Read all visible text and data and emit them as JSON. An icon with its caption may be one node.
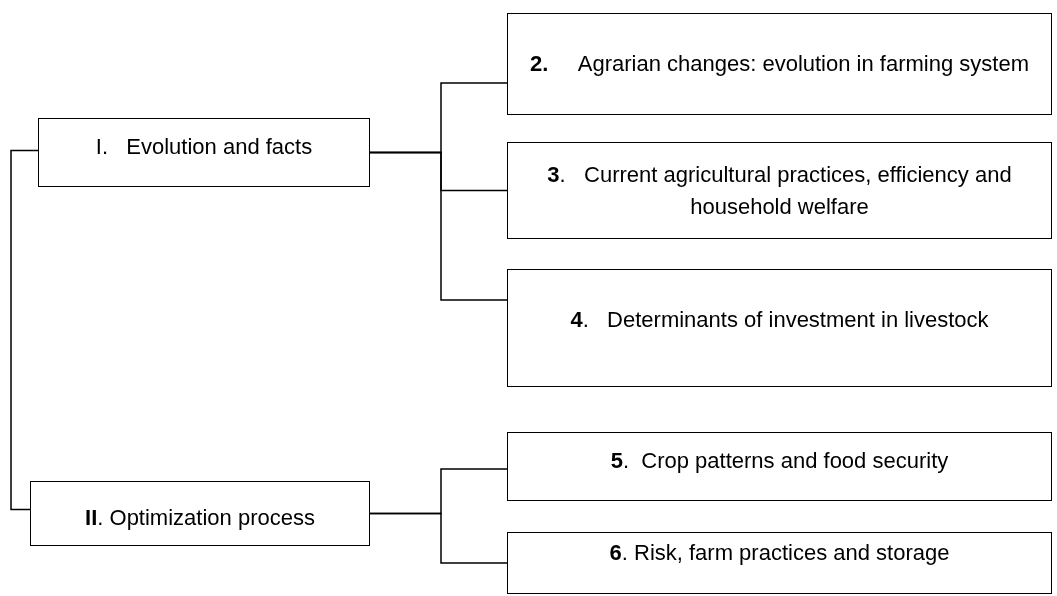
{
  "diagram": {
    "nodes": [
      {
        "text": [
          "I.   Evolution and facts"
        ]
      },
      {
        "text": [
          "**II**. Optimization process"
        ]
      },
      {
        "text": [
          "**2.**     Agrarian changes: evolution in farming system"
        ]
      },
      {
        "text": [
          "**3**.   Current agricultural practices, efficiency and household welfare"
        ]
      },
      {
        "text": [
          "**4**.   Determinants of investment in livestock"
        ]
      },
      {
        "text": [
          "**5**.  Crop patterns and food security"
        ]
      },
      {
        "text": [
          "**6**. Risk, farm practices and storage"
        ]
      }
    ],
    "edges": [
      {
        "from": 0,
        "to": 1,
        "arrow": "none"
      },
      {
        "from": 0,
        "to": 2,
        "arrow": "none"
      },
      {
        "from": 0,
        "to": 3,
        "arrow": "none"
      },
      {
        "from": 0,
        "to": 4,
        "arrow": "none"
      },
      {
        "from": 1,
        "to": 5,
        "arrow": "none"
      },
      {
        "from": 1,
        "to": 6,
        "arrow": "none"
      }
    ]
  }
}
